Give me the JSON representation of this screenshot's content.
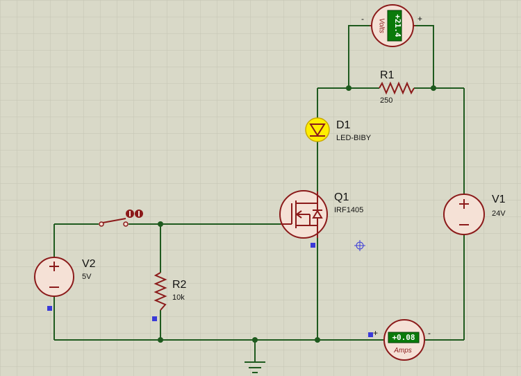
{
  "schematic": {
    "voltmeter": {
      "reading": "+21.4",
      "unit": "Volts",
      "neg": "-",
      "pos": "+"
    },
    "ammeter": {
      "reading": "+0.08",
      "unit": "Amps",
      "neg": "-",
      "pos": "+"
    },
    "r1": {
      "ref": "R1",
      "value": "250"
    },
    "d1": {
      "ref": "D1",
      "value": "LED-BIBY"
    },
    "q1": {
      "ref": "Q1",
      "value": "IRF1405"
    },
    "v1": {
      "ref": "V1",
      "value": "24V"
    },
    "v2": {
      "ref": "V2",
      "value": "5V"
    },
    "r2": {
      "ref": "R2",
      "value": "10k"
    },
    "colors": {
      "background": "#d9d9c8",
      "grid": "#c4c4b2",
      "wire": "#1e5a1e",
      "component": "#8b1a1a",
      "component_fill": "#f5e1d6",
      "led_fill": "#ffee00",
      "lcd": "#0b7a0b",
      "pin_marker": "#3a3ad8"
    }
  }
}
